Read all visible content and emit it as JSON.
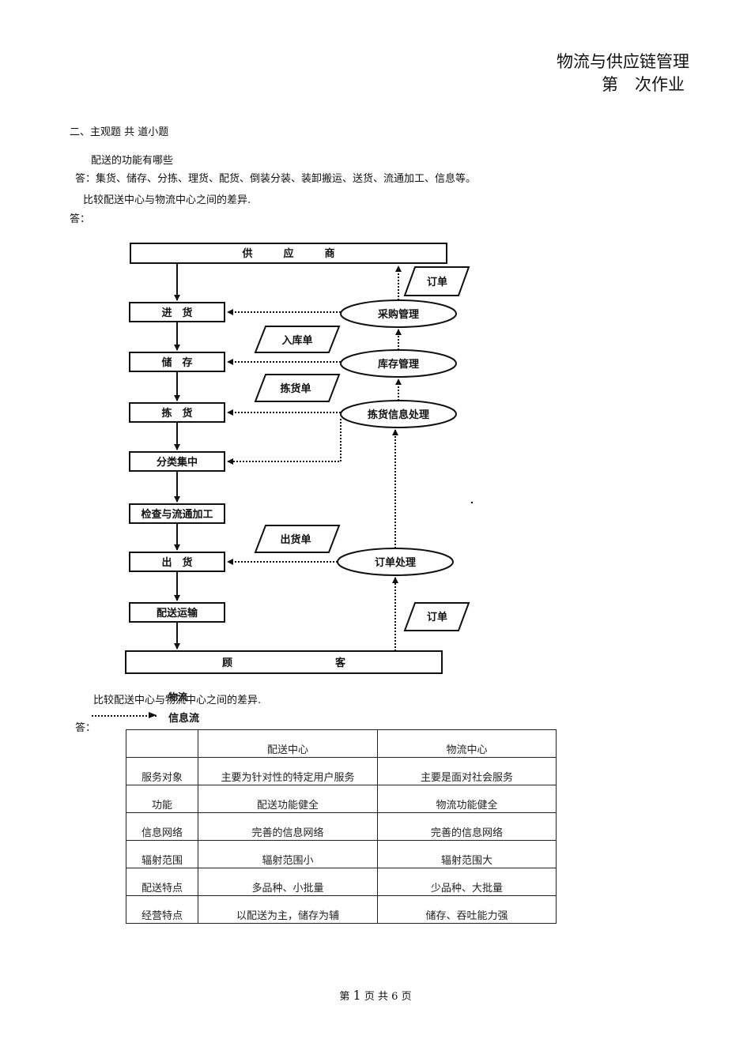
{
  "header": {
    "course": "物流与供应链管理",
    "assignment": "第　次作业"
  },
  "section": {
    "title": "二、主观题  共   道小题"
  },
  "questions": [
    {
      "q": "配送的功能有哪些",
      "answer": "答：集货、储存、分拣、理货、配货、倒装分装、装卸搬运、送货、流通加工、信息等。"
    },
    {
      "q": "比较配送中心与物流中心之间的差异.",
      "answer": "答："
    }
  ],
  "flowchart": {
    "supplier": "供　　　应　　　商",
    "customer": "顾　　　　　　　　　　客",
    "steps": [
      "进　货",
      "储　存",
      "拣　货",
      "分类集中",
      "检查与流通加工",
      "出　货",
      "配送运输"
    ],
    "processes": [
      "采购管理",
      "库存管理",
      "拣货信息处理",
      "订单处理"
    ],
    "documents": [
      "订单",
      "入库单",
      "拣货单",
      "出货单",
      "订单"
    ],
    "legend": {
      "line1": "物流",
      "line2": "信息流"
    }
  },
  "repeat_question": "比较配送中心与物流中心之间的差异.",
  "repeat_answer": "答：",
  "table": {
    "headers": [
      "",
      "配送中心",
      "物流中心"
    ],
    "rows": [
      [
        "服务对象",
        "主要为针对性的特定用户服务",
        "主要是面对社会服务"
      ],
      [
        "功能",
        "配送功能健全",
        "物流功能健全"
      ],
      [
        "信息网络",
        "完善的信息网络",
        "完善的信息网络"
      ],
      [
        "辐射范围",
        "辐射范围小",
        "辐射范围大"
      ],
      [
        "配送特点",
        "多品种、小批量",
        "少品种、大批量"
      ],
      [
        "经营特点",
        "以配送为主，储存为辅",
        "储存、吞吐能力强"
      ]
    ]
  },
  "footer": {
    "prefix": "第",
    "page": "1",
    "middle": "页  共",
    "total": "6",
    "suffix": "页"
  }
}
